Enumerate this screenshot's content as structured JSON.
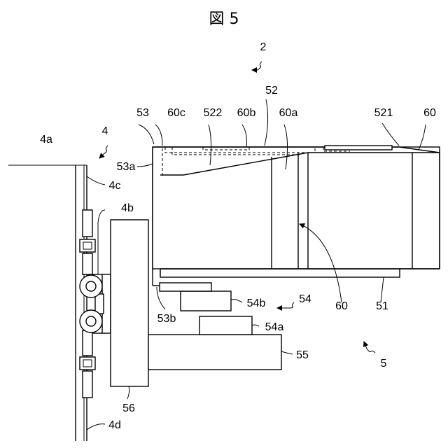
{
  "figure": {
    "title": "図 5",
    "labels": {
      "l2": "2",
      "l4": "4",
      "l4a": "4a",
      "l4b": "4b",
      "l4c": "4c",
      "l4d": "4d",
      "l5": "5",
      "l51": "51",
      "l52": "52",
      "l521": "521",
      "l522": "522",
      "l53": "53",
      "l53a": "53a",
      "l53b": "53b",
      "l54": "54",
      "l54a": "54a",
      "l54b": "54b",
      "l55": "55",
      "l56": "56",
      "l60_top": "60",
      "l60_mid": "60",
      "l60a": "60a",
      "l60b": "60b",
      "l60c": "60c"
    }
  }
}
